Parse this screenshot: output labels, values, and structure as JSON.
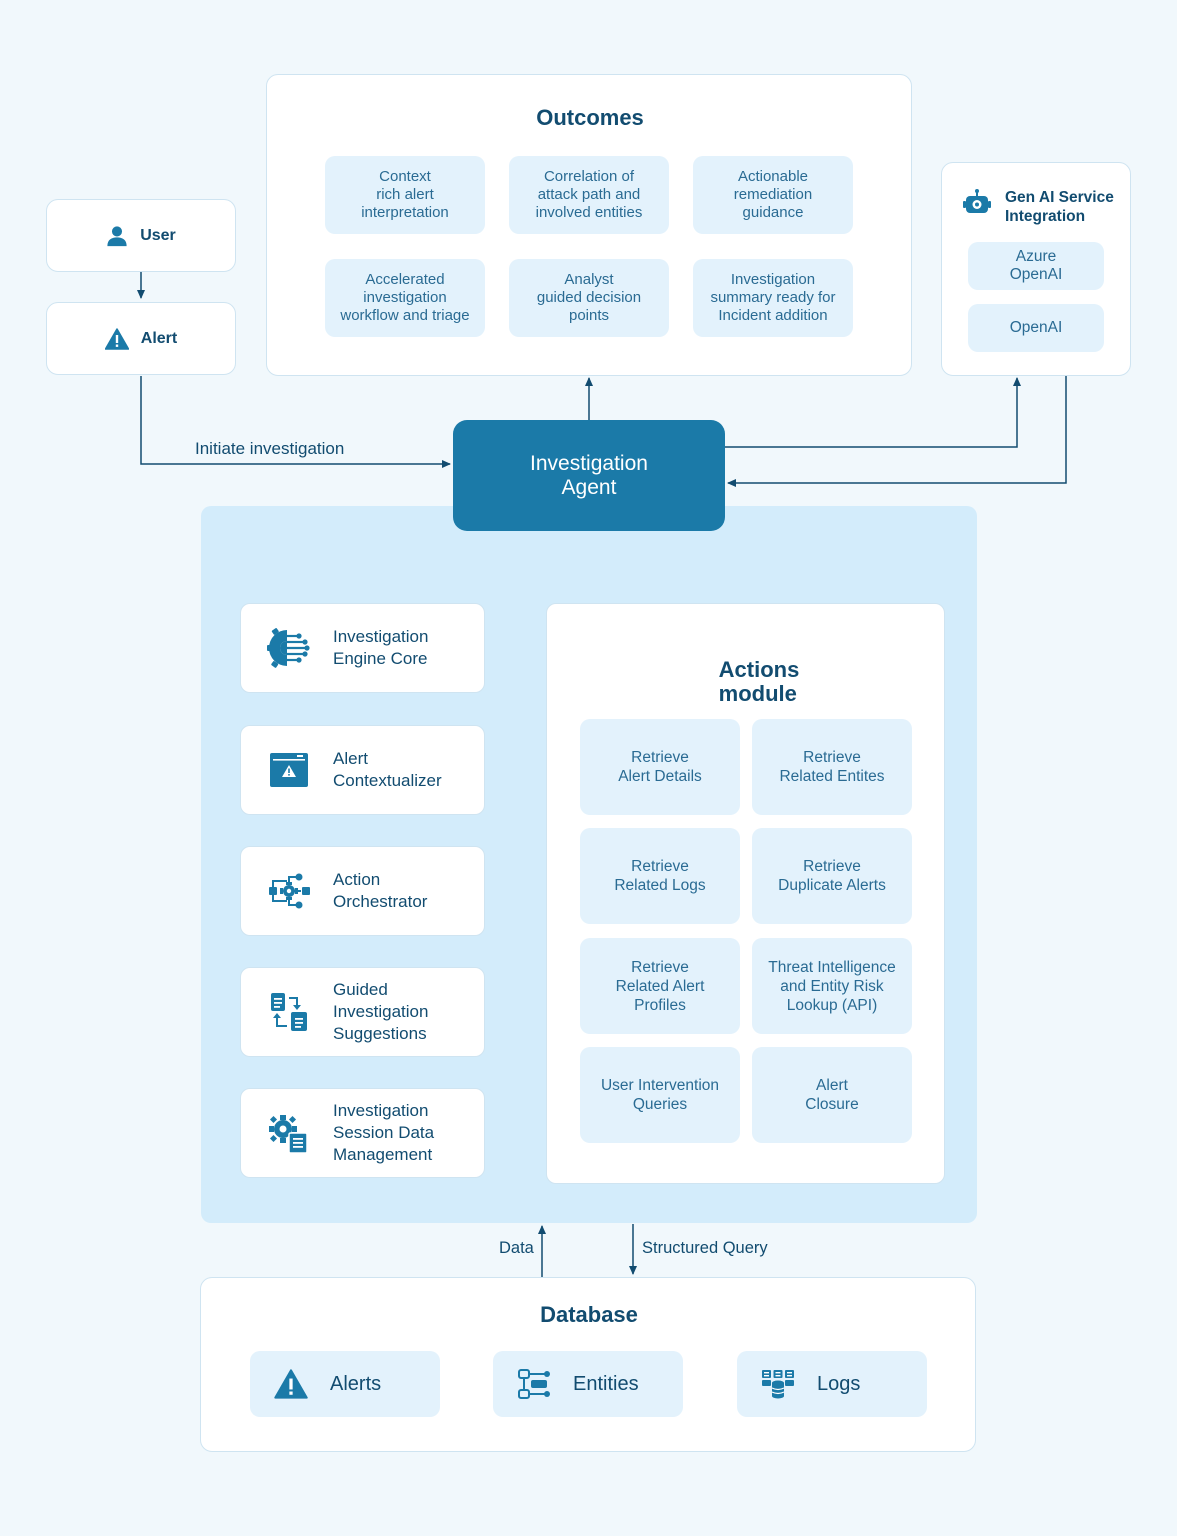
{
  "outcomes": {
    "title": "Outcomes",
    "items": [
      "Context\nrich alert\ninterpretation",
      "Correlation of\nattack path and\ninvolved entities",
      "Actionable\nremediation\nguidance",
      "Accelerated\ninvestigation\nworkflow and triage",
      "Analyst\nguided decision\npoints",
      "Investigation\nsummary ready for\nIncident addition"
    ]
  },
  "user": {
    "label": "User"
  },
  "alert": {
    "label": "Alert"
  },
  "genai": {
    "title": "Gen AI Service\nIntegration",
    "items": [
      "Azure\nOpenAI",
      "OpenAI"
    ]
  },
  "agent": {
    "label": "Investigation\nAgent"
  },
  "edges": {
    "initiate": "Initiate investigation",
    "data": "Data",
    "structured_query": "Structured Query"
  },
  "components": [
    {
      "label": "Investigation\nEngine Core",
      "icon": "engine-core-icon"
    },
    {
      "label": "Alert\nContextualizer",
      "icon": "alert-window-icon"
    },
    {
      "label": "Action\nOrchestrator",
      "icon": "orchestrator-icon"
    },
    {
      "label": "Guided\nInvestigation\nSuggestions",
      "icon": "suggestions-icon"
    },
    {
      "label": "Investigation\nSession Data\nManagement",
      "icon": "session-data-icon"
    }
  ],
  "actions": {
    "title": "Actions\nmodule",
    "items": [
      "Retrieve\nAlert Details",
      "Retrieve\nRelated Entites",
      "Retrieve\nRelated Logs",
      "Retrieve\nDuplicate Alerts",
      "Retrieve\nRelated Alert\nProfiles",
      "Threat Intelligence\nand Entity Risk\nLookup (API)",
      "User Intervention\nQueries",
      "Alert\nClosure"
    ]
  },
  "database": {
    "title": "Database",
    "items": [
      {
        "label": "Alerts",
        "icon": "warning-icon"
      },
      {
        "label": "Entities",
        "icon": "entities-icon"
      },
      {
        "label": "Logs",
        "icon": "logs-icon"
      }
    ]
  },
  "colors": {
    "primary": "#1b7aa8",
    "panel": "#d3ecfb",
    "pill": "#e3f2fc",
    "text": "#124c70"
  }
}
